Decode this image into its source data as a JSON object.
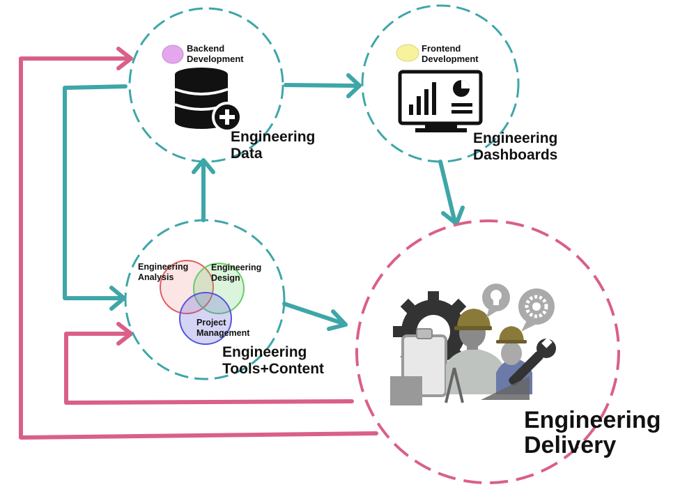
{
  "nodes": {
    "engineering_data": {
      "tag": "Backend\nDevelopment",
      "title": "Engineering\nData",
      "tag_color": "#e4a7ee"
    },
    "engineering_dashboards": {
      "tag": "Frontend\nDevelopment",
      "title": "Engineering\nDashboards",
      "tag_color": "#f8f29c"
    },
    "engineering_tools": {
      "title": "Engineering\nTools+Content",
      "venn": {
        "analysis": "Engineering\nAnalysis",
        "design": "Engineering\nDesign",
        "project": "Project\nManagement"
      }
    },
    "engineering_delivery": {
      "title": "Engineering\nDelivery"
    }
  },
  "colors": {
    "teal": "#3ea6a8",
    "pink": "#d96088",
    "venn_red": "#e35a5a",
    "venn_green": "#66cc66",
    "venn_blue": "#5555dd"
  },
  "icons": [
    "database-plus-icon",
    "monitor-chart-icon",
    "gear-icon",
    "hard-hat-icon",
    "wrench-icon",
    "lightbulb-bubble-icon",
    "clipboard-icon",
    "ruler-triangle-icon"
  ]
}
